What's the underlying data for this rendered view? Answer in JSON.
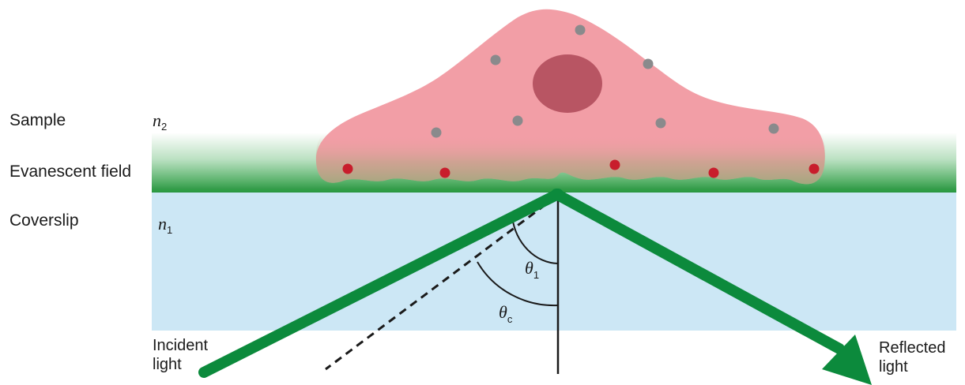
{
  "layers": {
    "sample": {
      "label": "Sample",
      "index_symbol": "n",
      "index_sub": "2"
    },
    "evanescent": {
      "label": "Evanescent field"
    },
    "coverslip": {
      "label": "Coverslip",
      "index_symbol": "n",
      "index_sub": "1"
    }
  },
  "angles": {
    "incidence": {
      "symbol": "θ",
      "sub": "1"
    },
    "critical": {
      "symbol": "θ",
      "sub": "c"
    }
  },
  "beams": {
    "incident": {
      "line1": "Incident",
      "line2": "light"
    },
    "reflected": {
      "line1": "Reflected",
      "line2": "light"
    }
  },
  "colors": {
    "coverslip": "#cce7f5",
    "field_green": "#3aa84f",
    "beam_green": "#0c8a3c",
    "cell": "#f29ea6",
    "nucleus": "#b85563",
    "granule_grey": "#8a8a8c",
    "granule_red": "#c81d2c"
  },
  "icons": {
    "cell": "cell-shape",
    "beam": "light-beam-arrow"
  }
}
